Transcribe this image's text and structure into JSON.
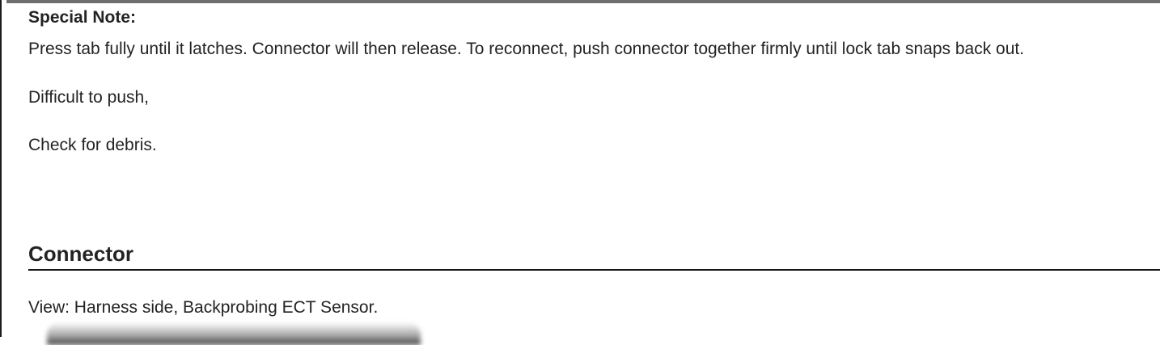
{
  "page": {
    "special_note": {
      "heading": "Special Note:",
      "lines": [
        "Press tab fully until it latches. Connector will then release. To reconnect, push connector together firmly until lock tab snaps back out.",
        "Difficult to push,",
        "Check for debris."
      ]
    },
    "connector_section": {
      "heading": "Connector",
      "view_caption": "View: Harness side, Backprobing ECT Sensor."
    },
    "colors": {
      "text": "#232323",
      "top_bar": "#6f6f6f",
      "left_edge_line": "#1c1c1c",
      "heading_rule": "#141414"
    }
  }
}
